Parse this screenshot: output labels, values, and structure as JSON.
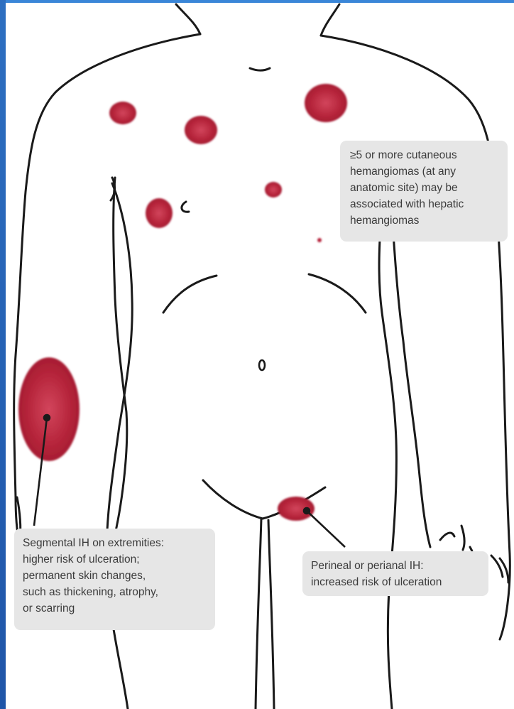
{
  "callouts": {
    "hepatic": "≥5 or more cutaneous\nhemangiomas (at any\nanatomic site) may be\nassociated with hepatic\nhemangiomas",
    "segmental": "Segmental IH on extremities:\nhigher risk of ulceration;\npermanent skin changes,\nsuch as thickening, atrophy,\nor scarring",
    "perineal": "Perineal or perianal IH:\nincreased risk of ulceration"
  },
  "colors": {
    "lesion": "#b5243a",
    "lesion_light": "#d2455c",
    "outline": "#1a1a1a",
    "callout_bg": "#e6e6e6",
    "edge_accent": "#2d6fc1"
  }
}
